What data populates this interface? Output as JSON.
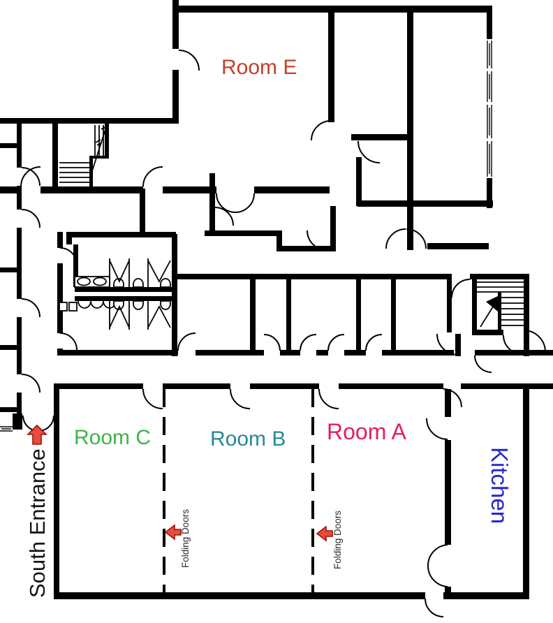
{
  "page": {
    "type": "building-floor-plan",
    "background_color": "#ffffff",
    "wall_color": "#000000",
    "arrow_color": "#c0392b"
  },
  "labels": {
    "room_e": {
      "text": "Room E",
      "color": "#c2402a"
    },
    "room_c": {
      "text": "Room C",
      "color": "#3cb44b"
    },
    "room_b": {
      "text": "Room B",
      "color": "#27879a"
    },
    "room_a": {
      "text": "Room A",
      "color": "#e31e60"
    },
    "kitchen": {
      "text": "Kitchen",
      "color": "#2626cd",
      "orientation": "vertical-top-to-bottom"
    },
    "south_entrance": {
      "text": "South Entrance",
      "color": "#151515",
      "orientation": "vertical-bottom-to-top"
    },
    "folding_doors_cb": {
      "text": "Folding Doors",
      "color": "#2a2a2a",
      "orientation": "vertical-bottom-to-top"
    },
    "folding_doors_ba": {
      "text": "Folding Doors",
      "color": "#2a2a2a",
      "orientation": "vertical-bottom-to-top"
    }
  },
  "icons": {
    "south_entrance_arrow": "up-arrow",
    "folding_doors_cb_arrow": "left-arrow",
    "folding_doors_ba_arrow": "left-arrow"
  },
  "features": [
    "walls",
    "door-arcs",
    "stairs-northwest",
    "stairs-east",
    "restroom-fixtures",
    "window-east",
    "window-southwest",
    "folding-door-partition-cb",
    "folding-door-partition-ba",
    "south-entrance-double-door",
    "kitchen-double-door",
    "corridor"
  ]
}
